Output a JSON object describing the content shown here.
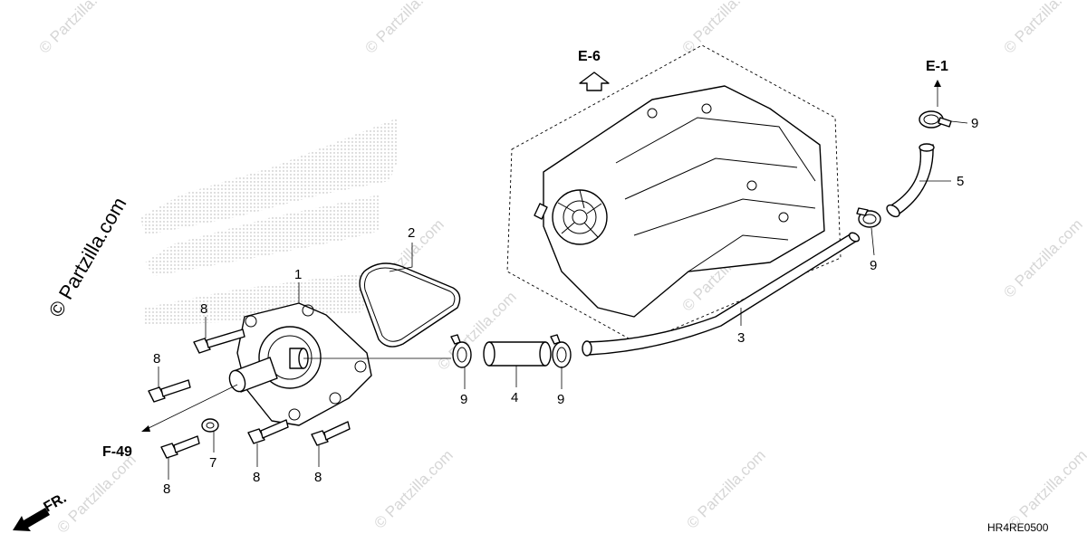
{
  "watermark": {
    "small": "© Partzilla.com",
    "large": "© Partzilla.com"
  },
  "references": {
    "e6": "E-6",
    "e1": "E-1",
    "f49": "F-49",
    "front": "FR."
  },
  "callouts": {
    "p1": "1",
    "p2": "2",
    "p3": "3",
    "p4": "4",
    "p5": "5",
    "p7": "7",
    "p8": "8",
    "p9": "9"
  },
  "diagram_code": "HR4RE0500",
  "colors": {
    "line": "#000000",
    "watermark": "#d6d6d6",
    "dots": "#9a9a9a"
  }
}
